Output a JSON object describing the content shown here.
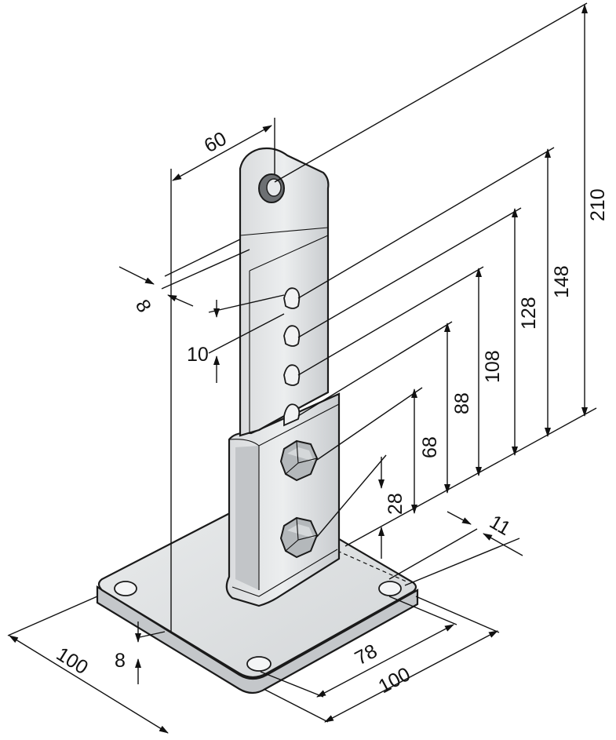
{
  "dimensions": {
    "d60": "60",
    "d8_top": "8",
    "d10": "10",
    "d210": "210",
    "d148": "148",
    "d128": "128",
    "d108": "108",
    "d88": "88",
    "d68": "68",
    "d28": "28",
    "d11": "11",
    "d78": "78",
    "d100_right": "100",
    "d100_left": "100",
    "d8_base": "8"
  }
}
